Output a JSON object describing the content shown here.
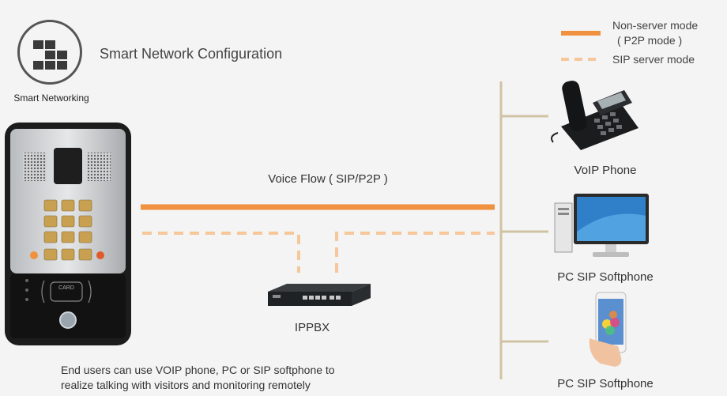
{
  "logo": {
    "icon": "smart-networking-grid-icon",
    "caption": "Smart Networking"
  },
  "title": "Smart Network Configuration",
  "legend": {
    "solid": {
      "line1": "Non-server mode",
      "line2": "( P2P mode )",
      "color": "#f0913f"
    },
    "dashed": {
      "label": "SIP server mode",
      "color": "#f6c79a"
    }
  },
  "flow_label": "Voice Flow ( SIP/P2P )",
  "pbx_label": "IPPBX",
  "devices": [
    {
      "label": "VoIP Phone",
      "icon": "voip-phone-icon"
    },
    {
      "label": "PC SIP Softphone",
      "icon": "desktop-pc-icon"
    },
    {
      "label": "PC SIP Softphone",
      "icon": "smartphone-icon"
    }
  ],
  "intercom": {
    "card_text": "CARD",
    "icon": "door-intercom-icon"
  },
  "description": {
    "line1": "End users can use VOIP phone, PC or SIP softphone to",
    "line2": "realize talking with visitors and monitoring remotely"
  },
  "colors": {
    "bus": "#cfc3a3",
    "solid": "#f0913f",
    "dashed": "#f6c79a"
  }
}
